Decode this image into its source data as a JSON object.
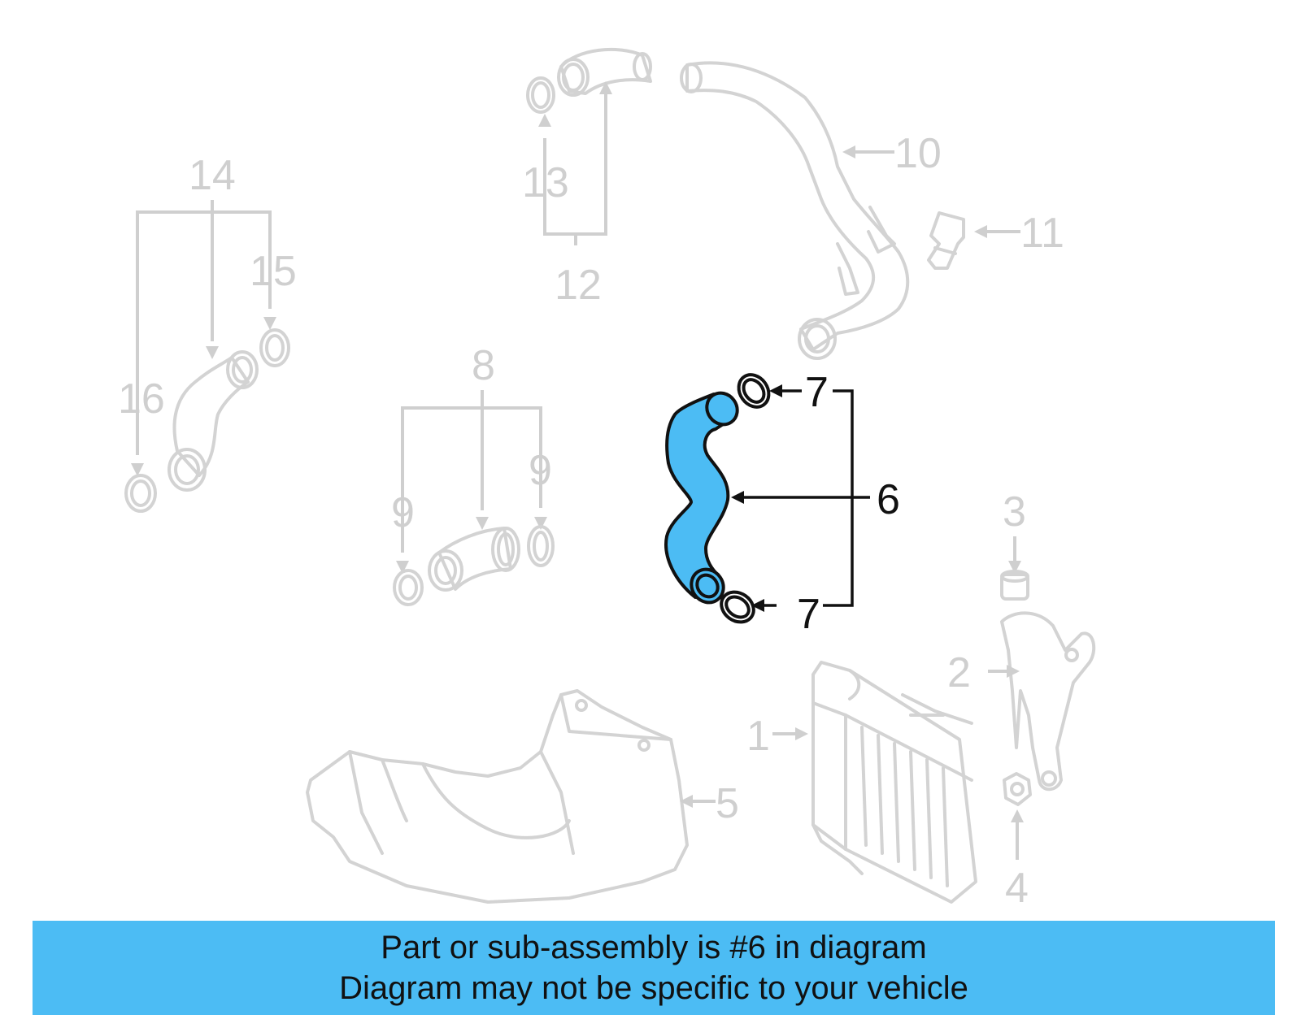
{
  "diagram": {
    "highlight_color": "#4cbcf4",
    "highlighted_part": "6",
    "callouts": {
      "c1": "1",
      "c2": "2",
      "c3": "3",
      "c4": "4",
      "c5": "5",
      "c6": "6",
      "c7a": "7",
      "c7b": "7",
      "c8": "8",
      "c9a": "9",
      "c9b": "9",
      "c10": "10",
      "c11": "11",
      "c12": "12",
      "c13": "13",
      "c14": "14",
      "c15": "15",
      "c16": "16"
    }
  },
  "banner": {
    "line1": "Part or sub-assembly is #6 in diagram",
    "line2": "Diagram may not be specific to your vehicle",
    "background": "#4cbcf4"
  }
}
